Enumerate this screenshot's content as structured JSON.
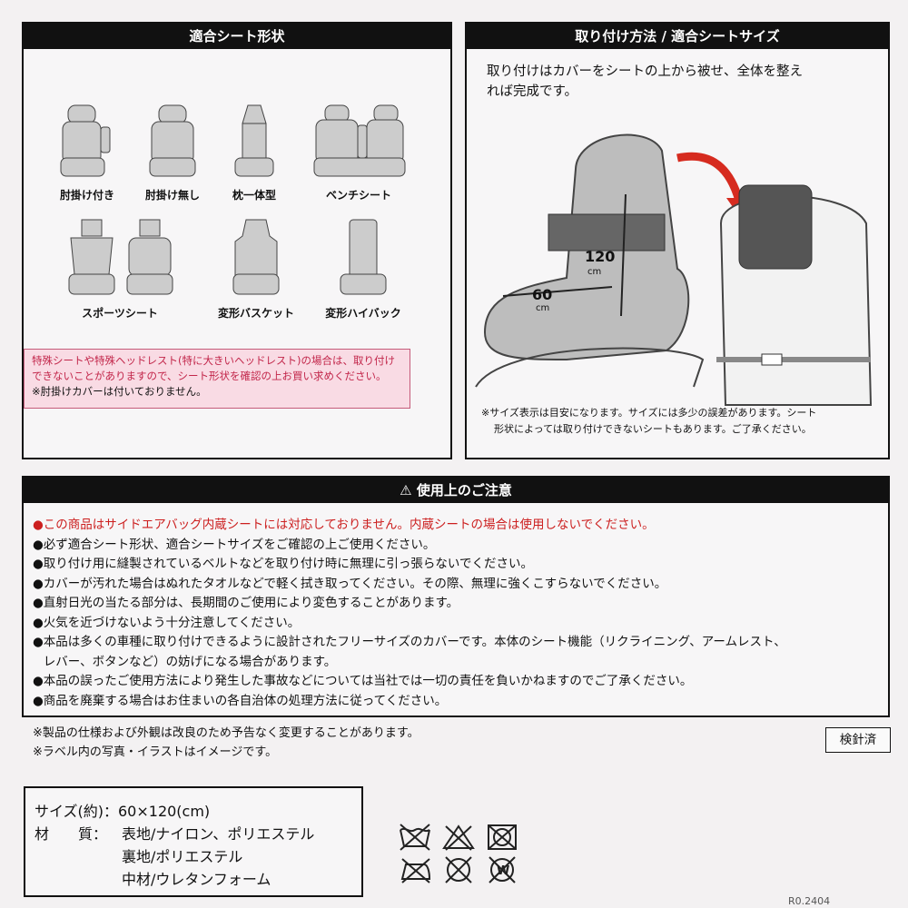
{
  "seat_shapes": {
    "header": "適合シート形状",
    "items": [
      {
        "label": "肘掛け付き"
      },
      {
        "label": "肘掛け無し"
      },
      {
        "label": "枕一体型"
      },
      {
        "label": "ベンチシート"
      },
      {
        "label": "スポーツシート"
      },
      {
        "label": "変形バスケット"
      },
      {
        "label": "変形ハイバック"
      }
    ],
    "warning_line1": "特殊シートや特殊ヘッドレスト(特に大きいヘッドレスト)の場合は、取り付け",
    "warning_line2": "できないことがありますので、シート形状を確認の上お買い求めください。",
    "warning_line3": "※肘掛けカバーは付いておりません。"
  },
  "install": {
    "header": "取り付け方法 / 適合シートサイズ",
    "text_line1": "取り付けはカバーをシートの上から被せ、全体を整え",
    "text_line2": "れば完成です。",
    "dim_height": "120",
    "dim_width": "60",
    "dim_unit": "cm",
    "note_line1": "※サイズ表示は目安になります。サイズには多少の誤差があります。シート",
    "note_line2": "形状によっては取り付けできないシートもあります。ご了承ください。"
  },
  "caution": {
    "header": "使用上のご注意",
    "items": [
      {
        "text": "この商品はサイドエアバッグ内蔵シートには対応しておりません。内蔵シートの場合は使用しないでください。"
      },
      {
        "text": "必ず適合シート形状、適合シートサイズをご確認の上ご使用ください。"
      },
      {
        "text": "取り付け用に縫製されているベルトなどを取り付け時に無理に引っ張らないでください。"
      },
      {
        "text": "カバーが汚れた場合はぬれたタオルなどで軽く拭き取ってください。その際、無理に強くこすらないでください。"
      },
      {
        "text": "直射日光の当たる部分は、長期間のご使用により変色することがあります。"
      },
      {
        "text": "火気を近づけないよう十分注意してください。"
      },
      {
        "text": "本品は多くの車種に取り付けできるように設計されたフリーサイズのカバーです。本体のシート機能（リクライニング、アームレスト、"
      },
      {
        "text": "レバー、ボタンなど）の妨げになる場合があります。"
      },
      {
        "text": "本品の誤ったご使用方法により発生した事故などについては当社では一切の責任を負いかねますのでご了承ください。"
      },
      {
        "text": "商品を廃棄する場合はお住まいの各自治体の処理方法に従ってください。"
      }
    ],
    "bullet": "●"
  },
  "notes": {
    "line1": "※製品の仕様および外観は改良のため予告なく変更することがあります。",
    "line2": "※ラベル内の写真・イラストはイメージです。"
  },
  "inspection": "検針済",
  "spec": {
    "size_label": "サイズ(約)：60×120(cm)",
    "material_label": "材　　質：",
    "material_1": "表地/ナイロン、ポリエステル",
    "material_2": "裏地/ポリエステル",
    "material_3": "中材/ウレタンフォーム"
  },
  "care_icons": [
    "no-wash-icon",
    "no-bleach-icon",
    "no-tumble-dry-icon",
    "no-iron-icon",
    "no-dry-clean-icon",
    "no-wet-clean-icon"
  ],
  "lot_number": "R0.2404",
  "colors": {
    "accent_red": "#cc1f1f",
    "header_black": "#111111",
    "pink_box": "#f9dbe4"
  }
}
